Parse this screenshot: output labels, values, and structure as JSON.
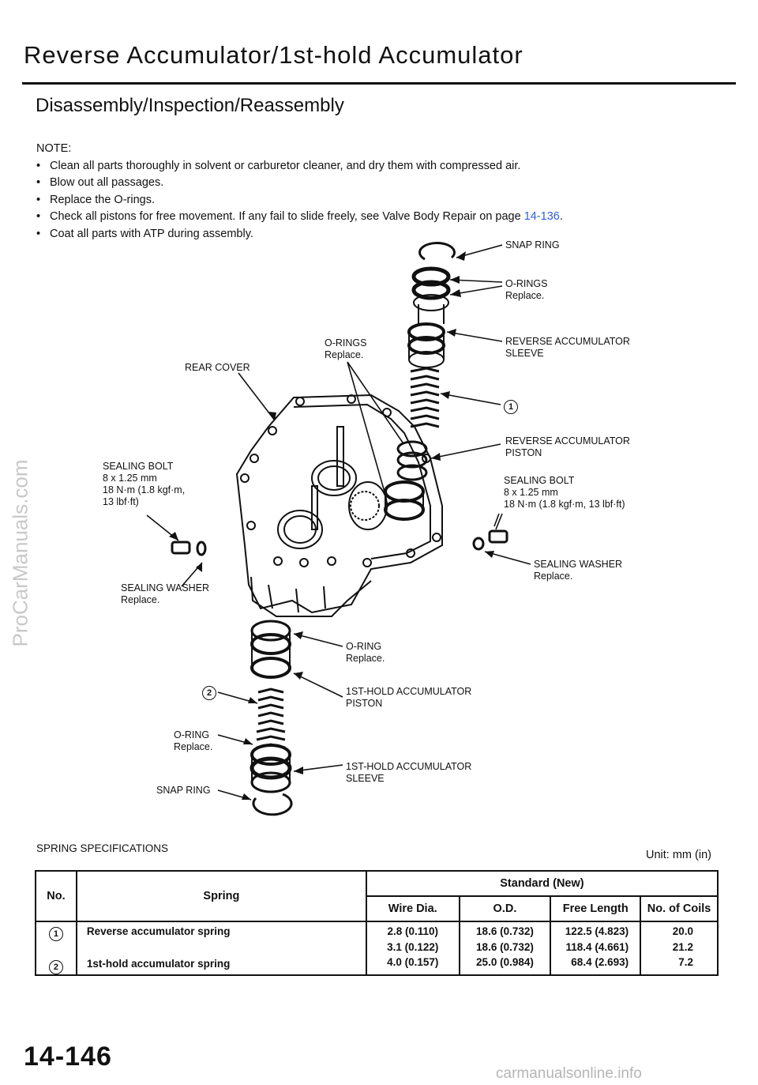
{
  "header": {
    "title": "Reverse Accumulator/1st-hold Accumulator",
    "subtitle": "Disassembly/Inspection/Reassembly"
  },
  "notes": {
    "heading": "NOTE:",
    "items": [
      "Clean all parts thoroughly in solvent or carburetor cleaner, and dry them with compressed air.",
      "Blow out all passages.",
      "Replace the O-rings.",
      "Coat all parts with ATP during assembly."
    ],
    "check_text": "Check all pistons for free movement. If any fail to slide freely, see Valve Body Repair on page",
    "check_link": "14-136",
    "check_end": "."
  },
  "watermark": "ProCarManuals.com",
  "diagram": {
    "snap_ring_top": "SNAP RING",
    "orings_top": "O-RINGS",
    "orings_top_note": "Replace.",
    "reverse_sleeve": [
      "REVERSE ACCUMULATOR",
      "SLEEVE"
    ],
    "orings_mid": "O-RINGS",
    "orings_mid_note": "Replace.",
    "rear_cover": "REAR COVER",
    "callout_1": "1",
    "reverse_piston": [
      "REVERSE ACCUMULATOR",
      "PISTON"
    ],
    "sealing_bolt_left": [
      "SEALING BOLT",
      "8 x 1.25 mm",
      "18 N·m (1.8 kgf·m,",
      "13 lbf·ft)"
    ],
    "sealing_bolt_right": [
      "SEALING BOLT",
      "8 x 1.25 mm",
      "18 N·m (1.8 kgf·m, 13 lbf·ft)"
    ],
    "sealing_washer_right": [
      "SEALING WASHER",
      "Replace."
    ],
    "sealing_washer_left": [
      "SEALING WASHER",
      "Replace."
    ],
    "oring_low": [
      "O-RING",
      "Replace."
    ],
    "hold_piston": [
      "1ST-HOLD ACCUMULATOR",
      "PISTON"
    ],
    "callout_2": "2",
    "oring_low_left": [
      "O-RING",
      "Replace."
    ],
    "hold_sleeve": [
      "1ST-HOLD ACCUMULATOR",
      "SLEEVE"
    ],
    "snap_ring_bottom": "SNAP RING"
  },
  "spring_specs": {
    "title": "SPRING SPECIFICATIONS",
    "unit": "Unit: mm (in)",
    "headers": {
      "no": "No.",
      "spring": "Spring",
      "standard": "Standard (New)",
      "wire_dia": "Wire Dia.",
      "od": "O.D.",
      "free_length": "Free Length",
      "coils": "No. of Coils"
    },
    "rows": [
      {
        "no": "1",
        "spring": "Reverse accumulator spring",
        "wire_dia": [
          "2.8 (0.110)",
          "3.1 (0.122)",
          "4.0 (0.157)"
        ],
        "od": [
          "18.6 (0.732)",
          "18.6 (0.732)",
          "25.0 (0.984)"
        ],
        "free_length": [
          "122.5 (4.823)",
          "118.4 (4.661)",
          "68.4 (2.693)"
        ],
        "coils": [
          "20.0",
          "21.2",
          "7.2"
        ]
      },
      {
        "no": "2",
        "spring": "1st-hold accumulator spring"
      }
    ]
  },
  "footer": {
    "page_number": "14-146",
    "site": "carmanualsonline.info"
  }
}
